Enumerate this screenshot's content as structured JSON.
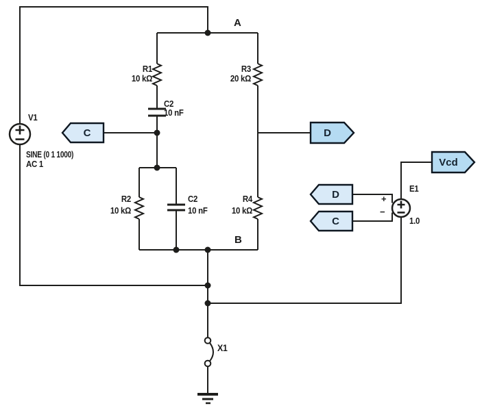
{
  "colors": {
    "wire": "#1d1d1b",
    "text": "#1a1a1a",
    "tag_fill_light": "#d9eaf8",
    "tag_fill_dark": "#b5dbf2",
    "tag_border": "#0e1721",
    "tag_text": "#15222e",
    "bg": "#ffffff"
  },
  "components": {
    "v1": {
      "designator": "V1",
      "param_sine": "SINE (0 1 1000)",
      "param_ac": "AC 1"
    },
    "r1": {
      "designator": "R1",
      "value": "10 kΩ"
    },
    "r2": {
      "designator": "R2",
      "value": "10 kΩ"
    },
    "r3": {
      "designator": "R3",
      "value": "20 kΩ"
    },
    "r4": {
      "designator": "R4",
      "value": "10 kΩ"
    },
    "c2_upper": {
      "designator": "C2",
      "value": "10 nF"
    },
    "c2_lower": {
      "designator": "C2",
      "value": "10 nF"
    },
    "e1": {
      "designator": "E1",
      "value": "1.0",
      "plus": "+",
      "minus": "−"
    },
    "x1": {
      "designator": "X1"
    }
  },
  "nodes": {
    "a": "A",
    "b": "B"
  },
  "net_tags": {
    "c_bridge": "C",
    "d_bridge": "D",
    "d_e1_input": "D",
    "c_e1_input": "C",
    "vcd_output": "Vcd"
  }
}
